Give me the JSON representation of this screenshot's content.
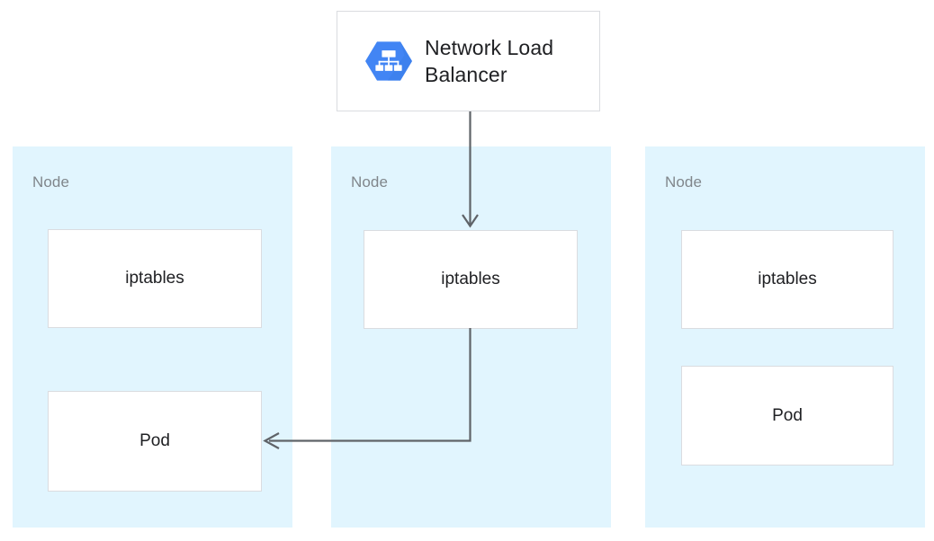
{
  "diagram": {
    "title": "Kubernetes Network Load Balancer traffic path across nodes",
    "background_color": "#ffffff",
    "node_fill_color": "#E1F5FE",
    "box_border_color": "#dadce0",
    "box_fill_color": "#ffffff",
    "connector_color": "#5f6368",
    "node_label_color": "#80868b",
    "box_label_color": "#202124",
    "accent_color": "#4285f4"
  },
  "load_balancer": {
    "label": "Network Load\nBalancer",
    "icon": "network-load-balancer-icon",
    "icon_shape": "hexagon",
    "icon_color": "#4285f4",
    "icon_glyph_color": "#ffffff"
  },
  "nodes": [
    {
      "label": "Node",
      "boxes": [
        {
          "label": "iptables",
          "kind": "iptables"
        },
        {
          "label": "Pod",
          "kind": "pod"
        }
      ]
    },
    {
      "label": "Node",
      "boxes": [
        {
          "label": "iptables",
          "kind": "iptables"
        }
      ]
    },
    {
      "label": "Node",
      "boxes": [
        {
          "label": "iptables",
          "kind": "iptables"
        },
        {
          "label": "Pod",
          "kind": "pod"
        }
      ]
    }
  ],
  "connectors": [
    {
      "name": "load-balancer-to-middle-iptables",
      "from": "Network Load Balancer",
      "to": "Node 2 iptables",
      "direction": "down",
      "arrowhead": "open"
    },
    {
      "name": "middle-iptables-to-left-pod",
      "from": "Node 2 iptables",
      "to": "Node 1 Pod",
      "direction": "down-then-left",
      "arrowhead": "open"
    }
  ]
}
